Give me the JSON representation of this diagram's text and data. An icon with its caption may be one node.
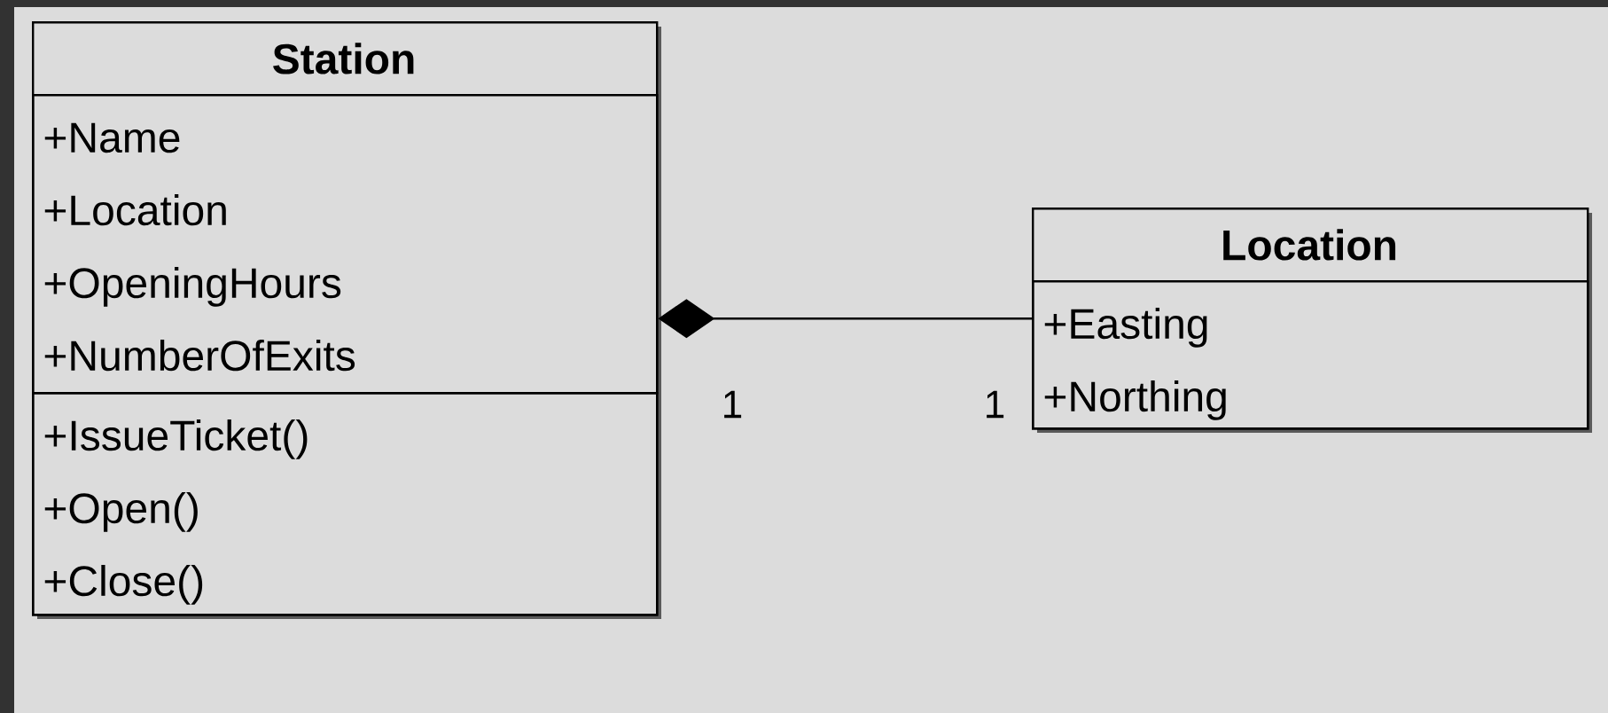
{
  "diagram": {
    "nodes": [
      {
        "text": [
          "Station"
        ]
      },
      {
        "text": [
          "+Name",
          "+Location",
          "+OpeningHours",
          "+NumberOfExits"
        ],
        "in": 0
      },
      {
        "text": [
          "+IssueTicket()",
          "+Open()",
          "+Close()"
        ],
        "in": 0
      },
      {
        "text": [
          "Location"
        ]
      },
      {
        "text": [
          "+Easting",
          "+Northing"
        ],
        "in": 3
      }
    ],
    "edges": [
      {
        "from": 0,
        "to": 3,
        "arrow": "other"
      }
    ],
    "labels": [
      "1",
      "1"
    ]
  }
}
